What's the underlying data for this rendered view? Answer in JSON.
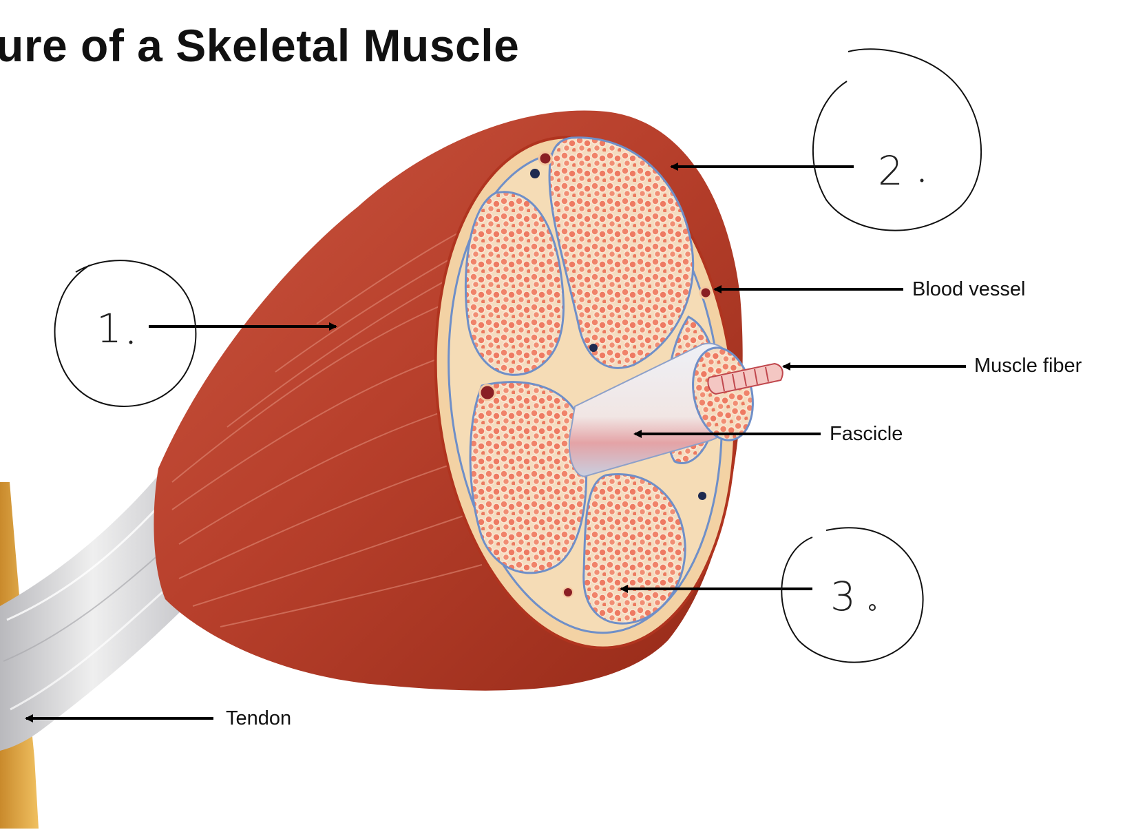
{
  "diagram": {
    "title": "ure of a Skeletal Muscle",
    "labels": {
      "blood_vessel": "Blood vessel",
      "muscle_fiber": "Muscle fiber",
      "fascicle": "Fascicle",
      "tendon": "Tendon"
    },
    "annotations": {
      "one": "1",
      "two": "2",
      "three": "3"
    },
    "colors": {
      "muscle": "#b8402c",
      "muscle_dark": "#962a18",
      "perimysium": "#f3d2a4",
      "fiber": "#f0836a",
      "connective_blue": "#6f8fc8",
      "tendon": "#d8d8da",
      "bone": "#e0a84a"
    }
  }
}
